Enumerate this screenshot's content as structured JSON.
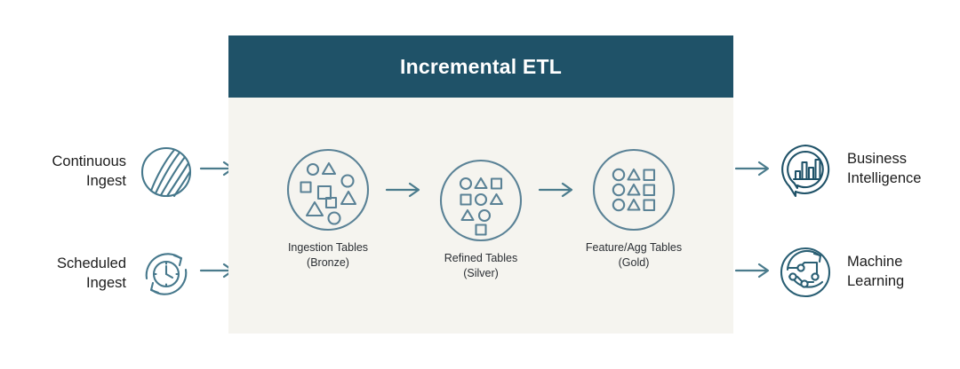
{
  "diagram": {
    "panel": {
      "title": "Incremental ETL",
      "header_color": "#1f5268",
      "body_color": "#f5f4ef"
    },
    "accent_color": "#4a7b8c",
    "icon_stroke_color": "#5a8296",
    "text_color": "#1c1c1c",
    "sources": [
      {
        "label": "Continuous\nIngest",
        "icon": "continuous-stream-icon"
      },
      {
        "label": "Scheduled\nIngest",
        "icon": "clock-refresh-icon"
      }
    ],
    "stages": [
      {
        "caption": "Ingestion Tables\n(Bronze)",
        "icon": "scattered-shapes-circle-icon"
      },
      {
        "caption": "Refined Tables\n(Silver)",
        "icon": "partially-ordered-shapes-circle-icon"
      },
      {
        "caption": "Feature/Agg Tables\n(Gold)",
        "icon": "grid-shapes-circle-icon"
      }
    ],
    "consumers": [
      {
        "label": "Business\nIntelligence",
        "icon": "bar-chart-speech-bubble-icon"
      },
      {
        "label": "Machine\nLearning",
        "icon": "neural-network-refresh-icon"
      }
    ],
    "arrows": {
      "glyph": "arrow-right-icon",
      "count": 6
    }
  }
}
